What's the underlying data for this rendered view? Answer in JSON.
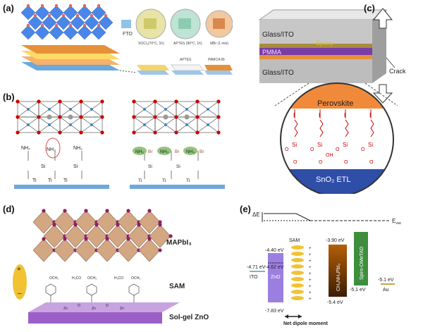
{
  "panels": {
    "a": {
      "label": "(a)",
      "fto": "FTO",
      "dish1": "SOCl₂(70°C, 1h)",
      "dish2": "APTES (80°C, 1h)",
      "dish3": "MBr (1 min)",
      "film2": "APTES",
      "film3": "PAMCA-Br"
    },
    "b": {
      "label": "(b)",
      "nh2": "NH₂",
      "nh3": "NH₃",
      "si": "Si",
      "o": "O",
      "ti": "Ti",
      "br": "Br"
    },
    "c": {
      "label": "(c)",
      "glass_top": "Glass/ITO",
      "epoxy": "Epoxy",
      "pmma": "PMMA",
      "glass_bottom": "Glass/ITO",
      "crack": "Crack",
      "perovskite": "Perovskite",
      "etl": "SnO₂ ETL",
      "i": "I",
      "si": "Si",
      "o": "O",
      "oh": "OH"
    },
    "d": {
      "label": "(d)",
      "mapbi3": "MAPbI₃",
      "sam": "SAM",
      "zno": "Sol-gel ZnO",
      "plus": "+",
      "minus": "–",
      "och3": "OCH₃",
      "h3co": "H₃CO",
      "zn": "Zn",
      "o": "O"
    },
    "e": {
      "label": "(e)",
      "delta_e": "ΔE",
      "evac": "E",
      "evac_sub": "vac",
      "sam": "SAM",
      "ito": "ITO",
      "zno": "ZnO",
      "perov": "CH₃NH₃PbI₃",
      "spiro": "Spiro-OMeTAD",
      "au": "Au",
      "v_ito": "-4.71 eV",
      "v_zno_top": "-4.40 eV",
      "v_zno_sam": "-4.62 eV",
      "v_zno_bottom": "-7.83 eV",
      "v_perov_top": "-3.90 eV",
      "v_perov_bottom": "-5.4 eV",
      "v_spiro": "-5.1 eV",
      "v_au": "-5.1 eV",
      "dipole": "Net dipole moment"
    }
  }
}
